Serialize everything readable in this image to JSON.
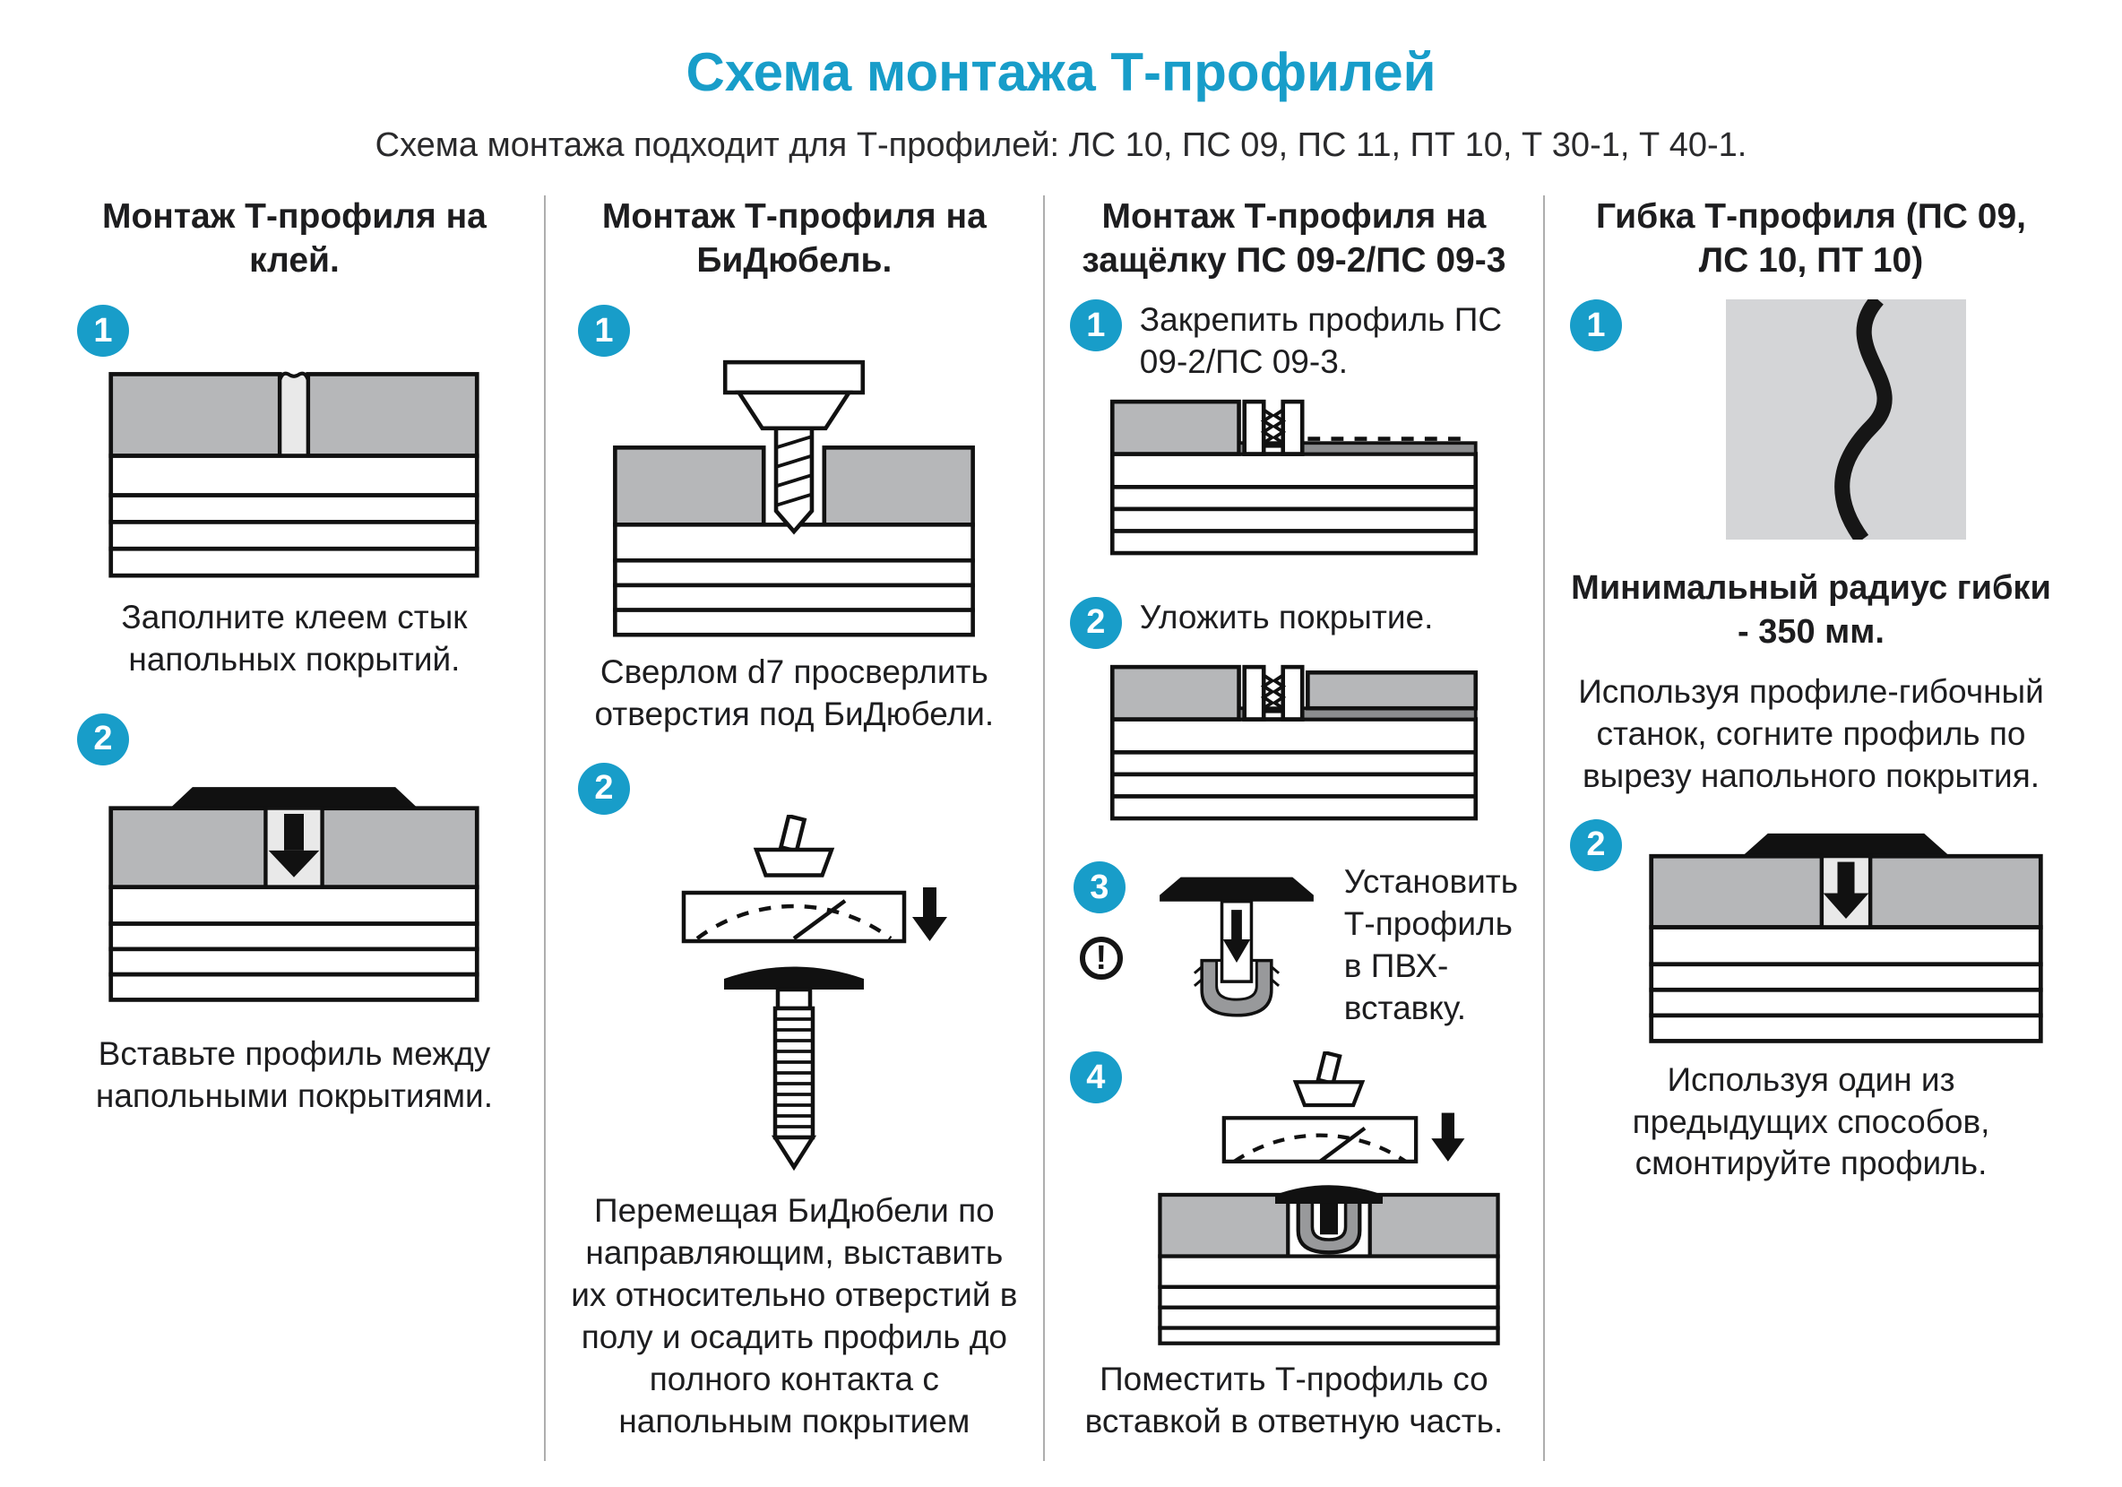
{
  "page": {
    "title": "Схема монтажа Т-профилей",
    "subtitle": "Схема монтажа подходит для Т-профилей: ЛС 10, ПС 09, ПС 11, ПТ 10, Т 30-1, Т 40-1."
  },
  "colors": {
    "accent": "#189dc9",
    "illustration_gray": "#b6b7b9",
    "bend_square_gray": "#d4d5d7"
  },
  "columns": [
    {
      "heading": "Монтаж Т-профиля на клей.",
      "steps": [
        {
          "num": "1",
          "caption": "Заполните клеем стык напольных покрытий."
        },
        {
          "num": "2",
          "caption": "Вставьте профиль между напольными покрытиями."
        }
      ]
    },
    {
      "heading": "Монтаж Т-профиля на БиДюбель.",
      "steps": [
        {
          "num": "1",
          "caption": "Сверлом d7 просверлить отверстия под БиДюбели."
        },
        {
          "num": "2",
          "caption": "Перемещая БиДюбели по направляющим, выставить их относительно отверстий в полу и осадить профиль до полного контакта с напольным покрытием"
        }
      ]
    },
    {
      "heading": "Монтаж Т-профиля на защёлку ПС 09-2/ПС 09-3",
      "steps": [
        {
          "num": "1",
          "caption": "Закрепить профиль ПС 09-2/ПС 09-3."
        },
        {
          "num": "2",
          "caption": "Уложить покрытие."
        },
        {
          "num": "3",
          "warning": "!",
          "caption": "Установить Т-профиль в ПВХ-вставку."
        },
        {
          "num": "4",
          "caption": "Поместить Т-профиль со вставкой в ответную часть."
        }
      ]
    },
    {
      "heading": "Гибка Т-профиля (ПС 09, ЛС 10, ПТ 10)",
      "note": "Минимальный радиус гибки - 350 мм.",
      "steps": [
        {
          "num": "1",
          "caption": "Используя профиле-гибочный станок, согните профиль по вырезу напольного покрытия."
        },
        {
          "num": "2",
          "caption": "Используя один из предыдущих способов, смонтируйте профиль."
        }
      ]
    }
  ]
}
